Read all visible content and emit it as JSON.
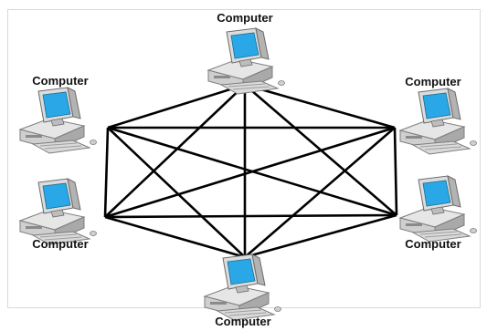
{
  "diagram": {
    "nodes": [
      {
        "id": "top",
        "label": "Computer"
      },
      {
        "id": "upper-left",
        "label": "Computer"
      },
      {
        "id": "upper-right",
        "label": "Computer"
      },
      {
        "id": "lower-left",
        "label": "Computer"
      },
      {
        "id": "lower-right",
        "label": "Computer"
      },
      {
        "id": "bottom",
        "label": "Computer"
      }
    ],
    "colors": {
      "link": "#000000",
      "monitor_screen": "#2aa7e6",
      "case": "#e6e6e6",
      "case_shadow": "#9a9a9a",
      "keyboard": "#d7d7d7"
    }
  }
}
